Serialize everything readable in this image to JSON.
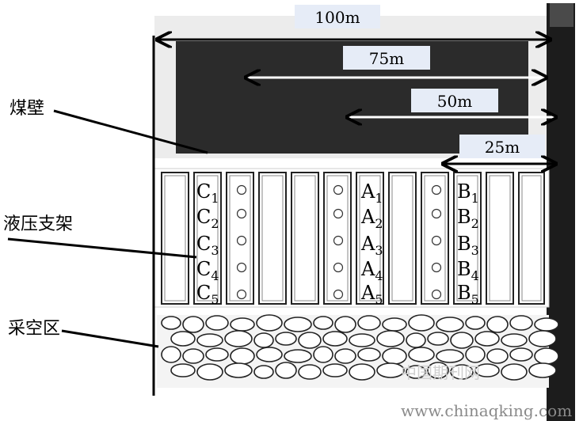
{
  "labels": {
    "coal_wall": "煤壁",
    "hydraulic_support": "液压支架",
    "goaf": "采空区"
  },
  "distances": [
    {
      "text": "100m"
    },
    {
      "text": "75m"
    },
    {
      "text": "50m"
    },
    {
      "text": "25m"
    }
  ],
  "groups": [
    {
      "name": "C",
      "points": [
        "C1",
        "C2",
        "C3",
        "C4",
        "C5"
      ]
    },
    {
      "name": "A",
      "points": [
        "A1",
        "A2",
        "A3",
        "A4",
        "A5"
      ]
    },
    {
      "name": "B",
      "points": [
        "B1",
        "B2",
        "B3",
        "B4",
        "B5"
      ]
    }
  ],
  "watermark": {
    "cn": "中国期刊网",
    "url": "www.chinaqking.com"
  },
  "colors": {
    "coal": "#2b2b2b",
    "label_box": "#e6ecf7",
    "rock": "#f2f2f2",
    "line": "#000000"
  }
}
